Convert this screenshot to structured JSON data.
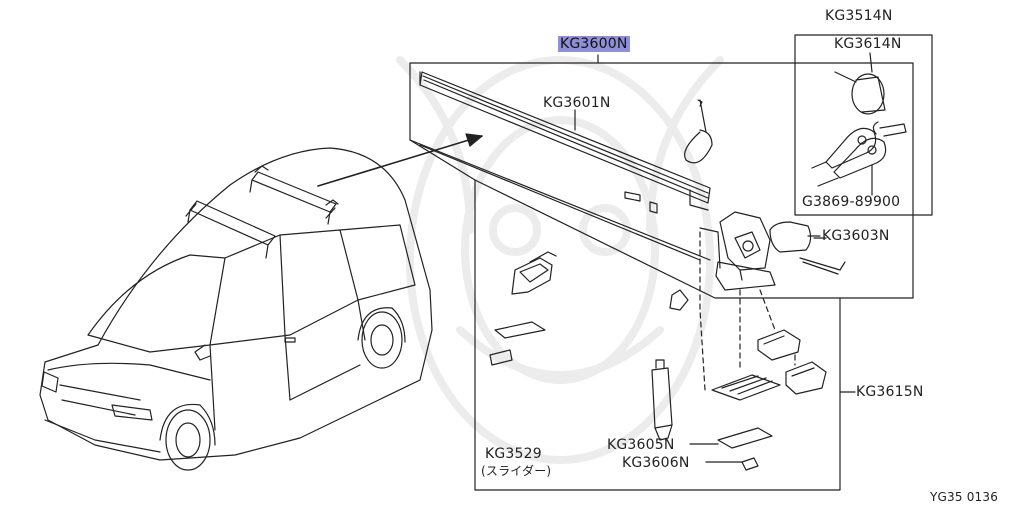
{
  "diagram": {
    "parts": {
      "kg3600n": "KG3600N",
      "kg3601n": "KG3601N",
      "kg3514n": "KG3514N",
      "kg3614n": "KG3614N",
      "g3869": "G3869-89900",
      "kg3603n": "KG3603N",
      "kg3615n": "KG3615N",
      "kg3529": "KG3529",
      "kg3529_sub": "(スライダー)",
      "kg3605n": "KG3605N",
      "kg3606n": "KG3606N"
    },
    "highlight_color": "#8f8fd8",
    "figure_code": "YG35 0136"
  }
}
